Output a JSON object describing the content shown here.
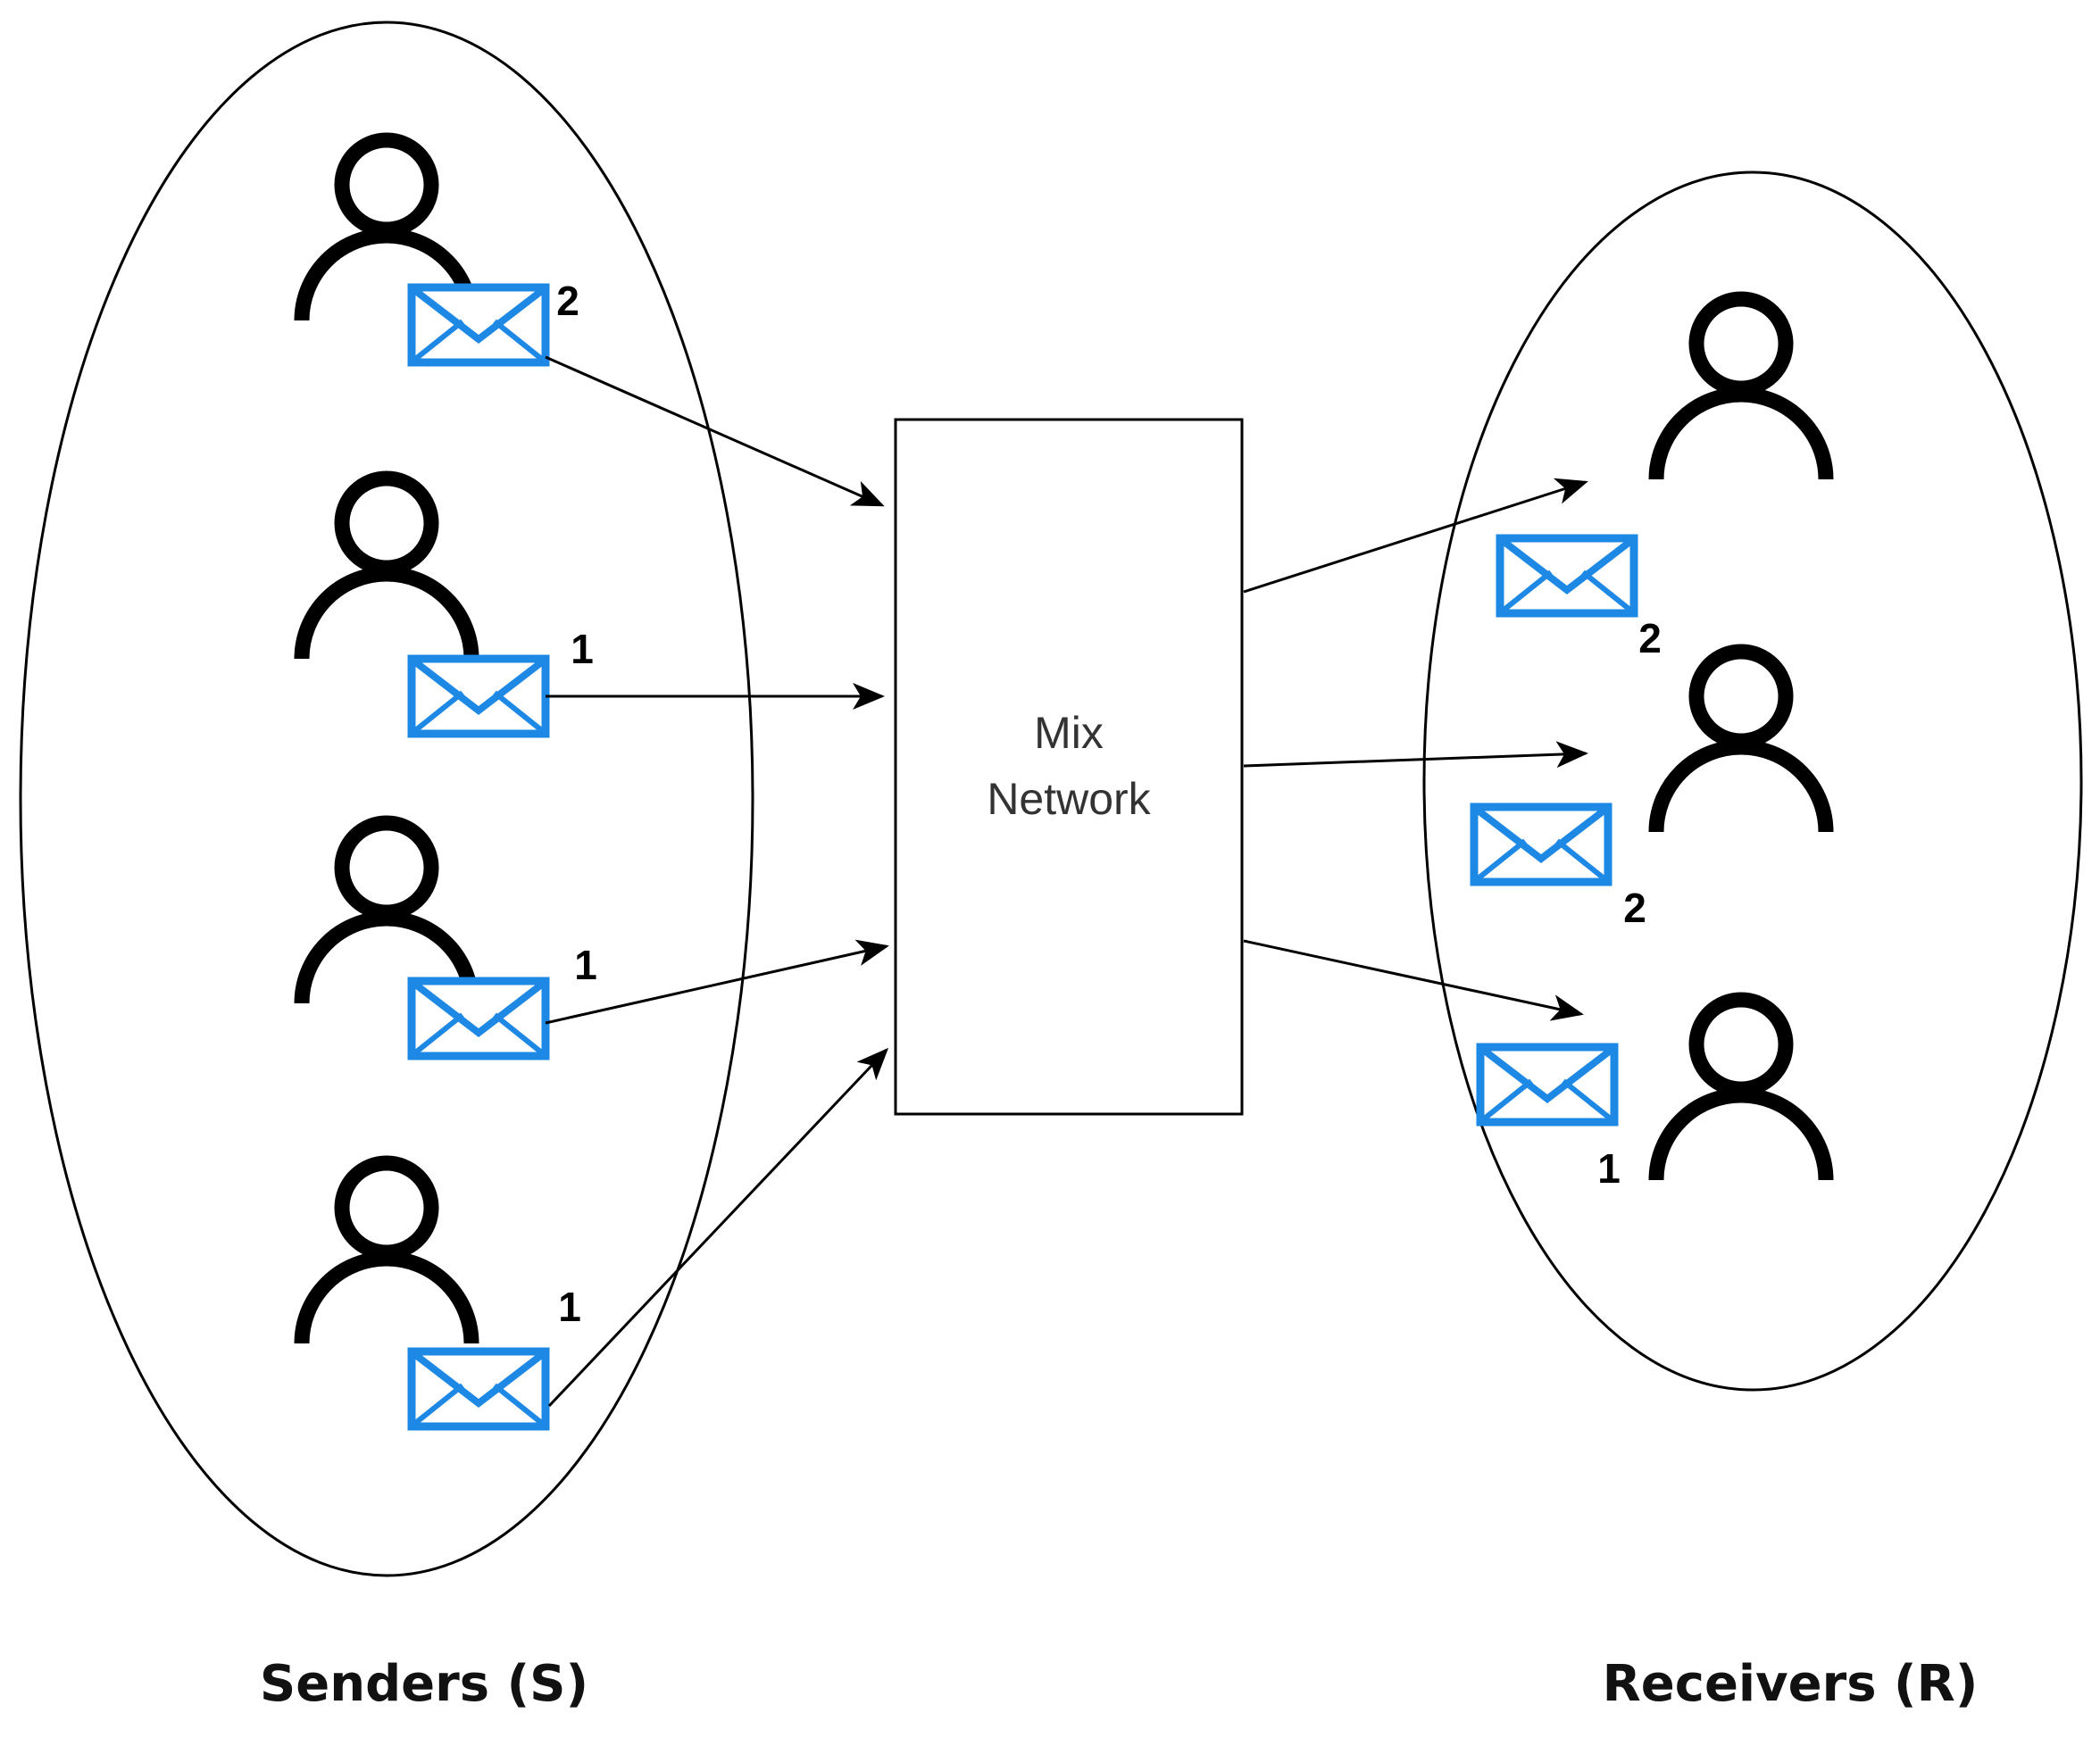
{
  "mix": {
    "line1": "Mix",
    "line2": "Network"
  },
  "groups": {
    "senders": "Senders (S)",
    "receivers": "Receivers (R)"
  },
  "sender_labels": [
    "2",
    "1",
    "1",
    "1"
  ],
  "receiver_labels": [
    "2",
    "2",
    "1"
  ],
  "colors": {
    "envelope": "#1e88e5",
    "stroke": "#000000"
  },
  "icons": {
    "person": "person-icon",
    "envelope": "envelope-icon"
  }
}
